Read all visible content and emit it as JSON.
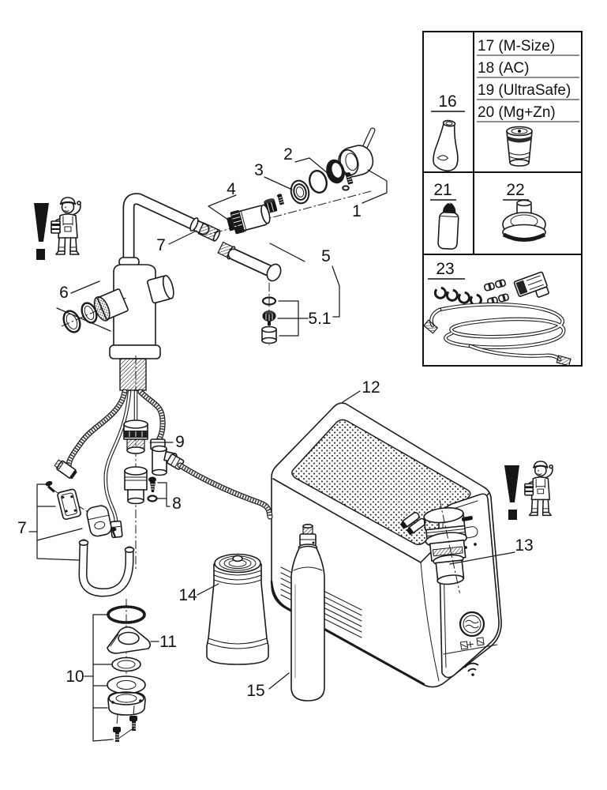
{
  "diagram": {
    "callouts": {
      "n1": "1",
      "n2": "2",
      "n3": "3",
      "n4": "4",
      "n5": "5",
      "n5_1": "5.1",
      "n6": "6",
      "n7": "7",
      "n8": "8",
      "n9": "9",
      "n10": "10",
      "n11": "11",
      "n12": "12",
      "n13": "13",
      "n14": "14",
      "n15": "15"
    },
    "colors": {
      "line": "#1a1a1a",
      "background": "#ffffff",
      "separator": "#8f8f8f"
    }
  },
  "parts_table": {
    "cells": {
      "c16": "16",
      "c21": "21",
      "c22": "22",
      "c23": "23"
    },
    "filter_variants": [
      "17 (M-Size)",
      "18 (AC)",
      "19 (UltraSafe)",
      "20 (Mg+Zn)"
    ]
  }
}
